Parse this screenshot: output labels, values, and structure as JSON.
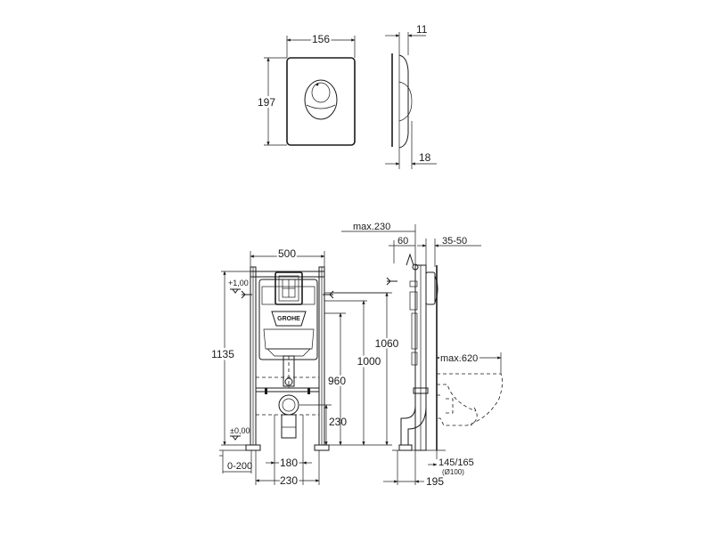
{
  "plate_front": {
    "width_label": "156",
    "height_label": "197"
  },
  "plate_side": {
    "top_label": "11",
    "bottom_label": "18"
  },
  "frame_front": {
    "width_label": "500",
    "height_label": "1135",
    "upper_level_label": "+1,00",
    "zero_level_label": "±0,00",
    "floor_label": "0-200",
    "brand_label": "GROHE",
    "dim_1060": "1060",
    "dim_1000": "1000",
    "dim_960": "960",
    "dim_230_right": "230",
    "dim_180": "180",
    "dim_230_bottom": "230"
  },
  "frame_side": {
    "max_230": "max.230",
    "dim_60": "60",
    "dim_35_50": "35-50",
    "max_620": "max.620",
    "dim_145_165": "145/165",
    "pipe_label": "(Ø100)",
    "dim_195": "195"
  }
}
